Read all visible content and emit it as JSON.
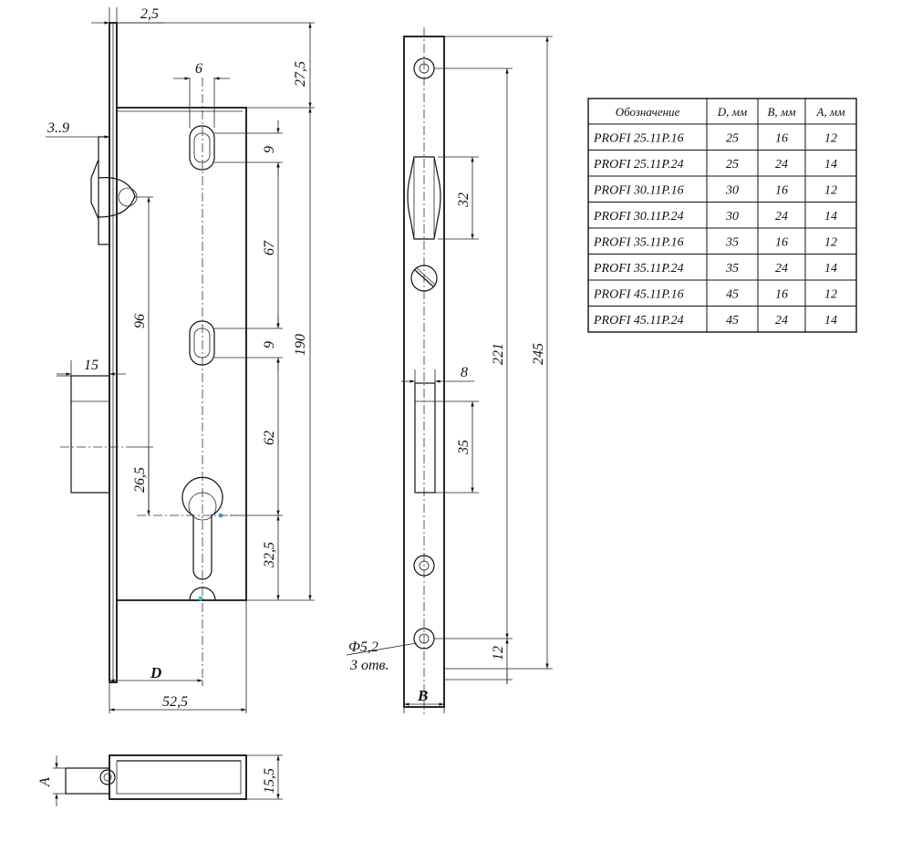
{
  "dimensions": {
    "lock_body": {
      "d_2_5": "2,5",
      "d_27_5": "27,5",
      "d_6": "6",
      "d_3_9": "3..9",
      "d_9_top": "9",
      "d_67": "67",
      "d_96": "96",
      "d_190": "190",
      "d_9_mid": "9",
      "d_15": "15",
      "d_62": "62",
      "d_26_5": "26,5",
      "d_32_5": "32,5",
      "d_D": "D",
      "d_52_5": "52,5"
    },
    "faceplate": {
      "d_32": "32",
      "d_221": "221",
      "d_245": "245",
      "d_8": "8",
      "d_35": "35",
      "d_12": "12",
      "hole_dia": "Ф5,2",
      "hole_count": "3 отв.",
      "d_B": "B"
    },
    "bottom_view": {
      "d_A": "A",
      "d_15_5": "15,5"
    }
  },
  "table": {
    "headers": [
      "Обозначение",
      "D, мм",
      "B, мм",
      "A, мм"
    ],
    "rows": [
      [
        "PROFI 25.11P.16",
        "25",
        "16",
        "12"
      ],
      [
        "PROFI 25.11P.24",
        "25",
        "24",
        "14"
      ],
      [
        "PROFI 30.11P.16",
        "30",
        "16",
        "12"
      ],
      [
        "PROFI 30.11P.24",
        "30",
        "24",
        "14"
      ],
      [
        "PROFI 35.11P.16",
        "35",
        "16",
        "12"
      ],
      [
        "PROFI 35.11P.24",
        "35",
        "24",
        "14"
      ],
      [
        "PROFI 45.11P.16",
        "45",
        "16",
        "12"
      ],
      [
        "PROFI 45.11P.24",
        "45",
        "24",
        "14"
      ]
    ]
  },
  "colors": {
    "line": "#111111",
    "accent_cyan": "#3fc1c9"
  }
}
